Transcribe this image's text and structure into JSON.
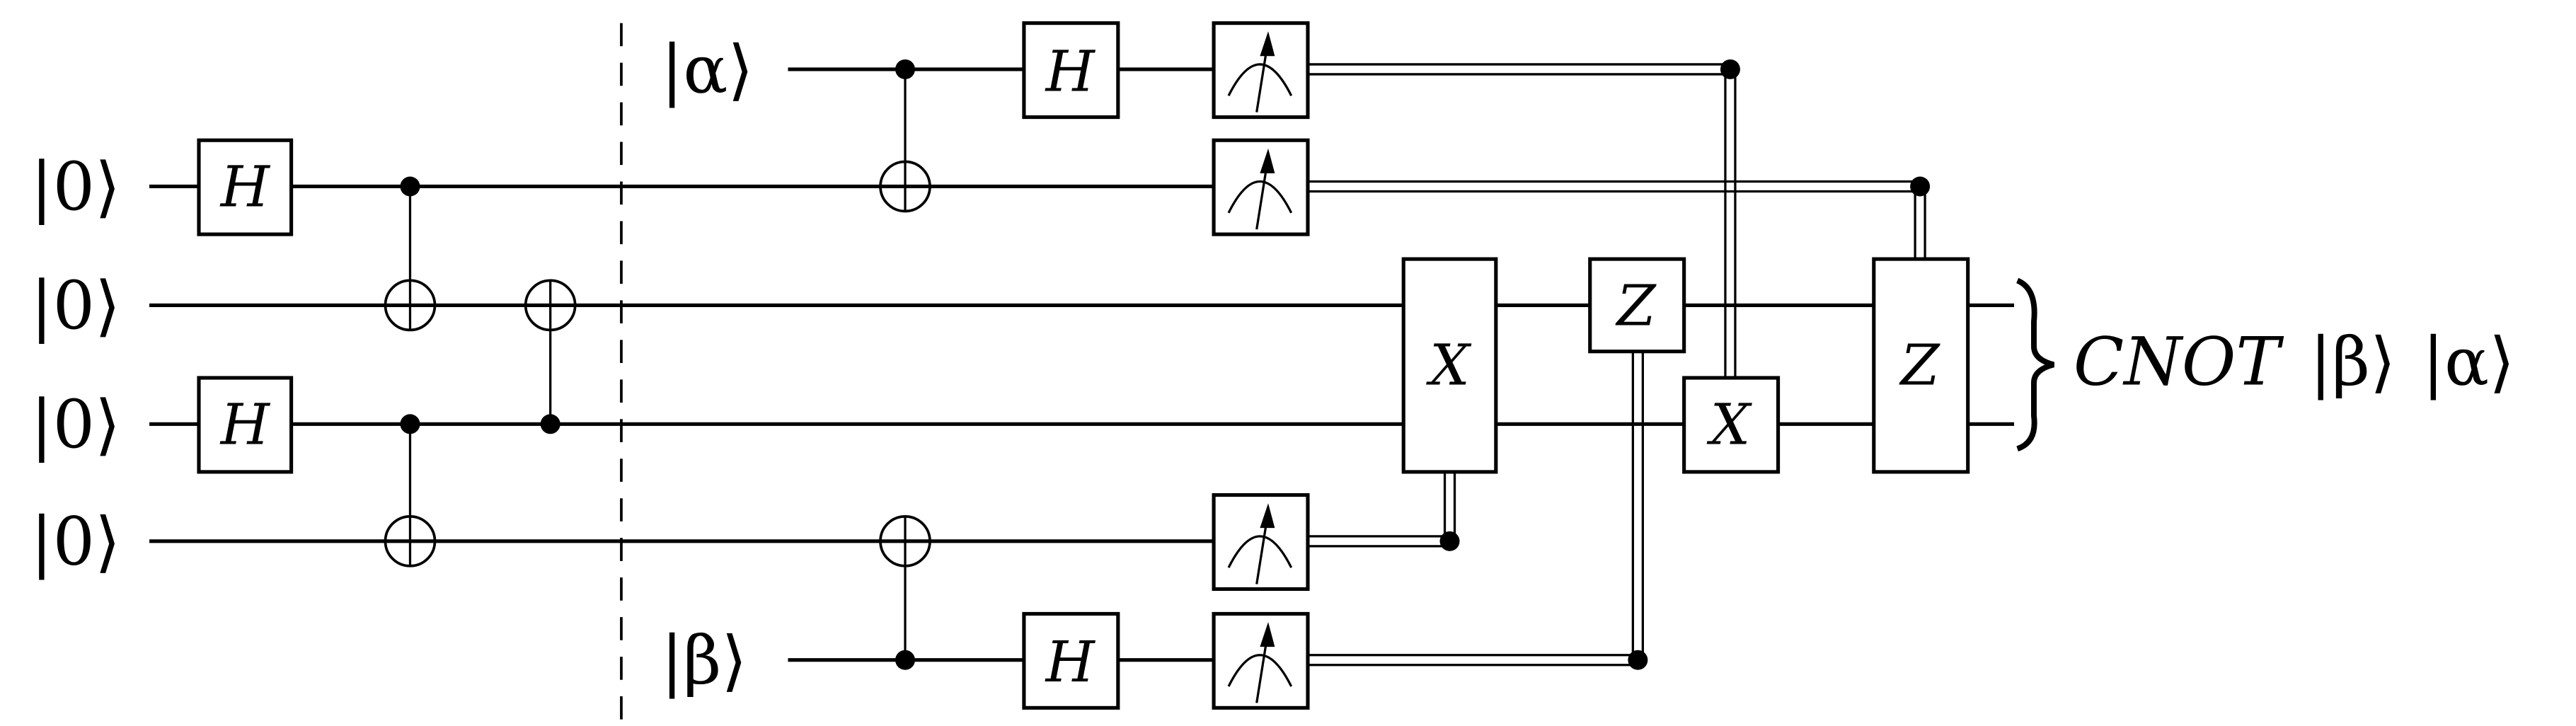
{
  "diagram": {
    "type": "quantum-circuit",
    "inputs": {
      "alpha": "|α⟩",
      "q1": "|0⟩",
      "q2": "|0⟩",
      "q3": "|0⟩",
      "q4": "|0⟩",
      "beta": "|β⟩"
    },
    "gates": {
      "h": "H",
      "x": "X",
      "z": "Z"
    },
    "output": {
      "label_op": "CNOT",
      "label_beta": "|β⟩",
      "label_alpha": "|α⟩"
    },
    "colors": {
      "ink": "#000000",
      "background": "#ffffff"
    }
  }
}
